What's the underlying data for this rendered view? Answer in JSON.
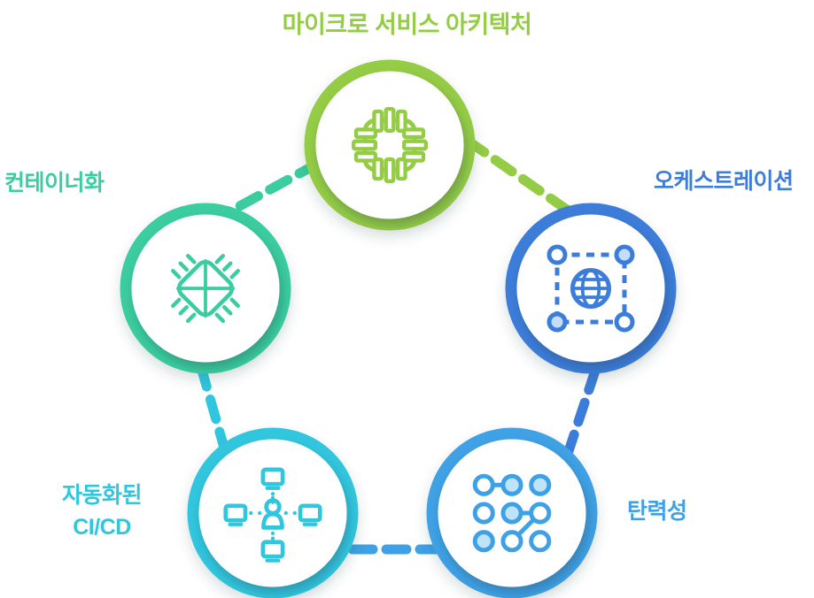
{
  "title": "마이크로 서비스 아키텍처",
  "nodes": [
    {
      "label": "마이크로 서비스 아키텍처",
      "icon": "microservice-chip-icon",
      "color": "#95cc45",
      "position": "top"
    },
    {
      "label": "컨테이너화",
      "icon": "container-chip-icon",
      "color": "#3bcd9f",
      "position": "left"
    },
    {
      "label": "오케스트레이션",
      "icon": "globe-selection-icon",
      "color": "#3d7dda",
      "position": "right"
    },
    {
      "label": "자동화된\nCI/CD",
      "icon": "automation-network-icon",
      "color": "#30c6de",
      "position": "bottom-left"
    },
    {
      "label": "탄력성",
      "icon": "pattern-dots-icon",
      "color": "#3fa1e5",
      "position": "bottom-right"
    }
  ],
  "colors": {
    "background": "#ffffff",
    "green": "#95cc45",
    "teal": "#3bcd9f",
    "cyan": "#30c6de",
    "blue": "#3d7dda",
    "lightblue": "#3fa1e5",
    "blue_fill": "#c4ddf8",
    "lightblue_fill": "#bfe3f8"
  }
}
